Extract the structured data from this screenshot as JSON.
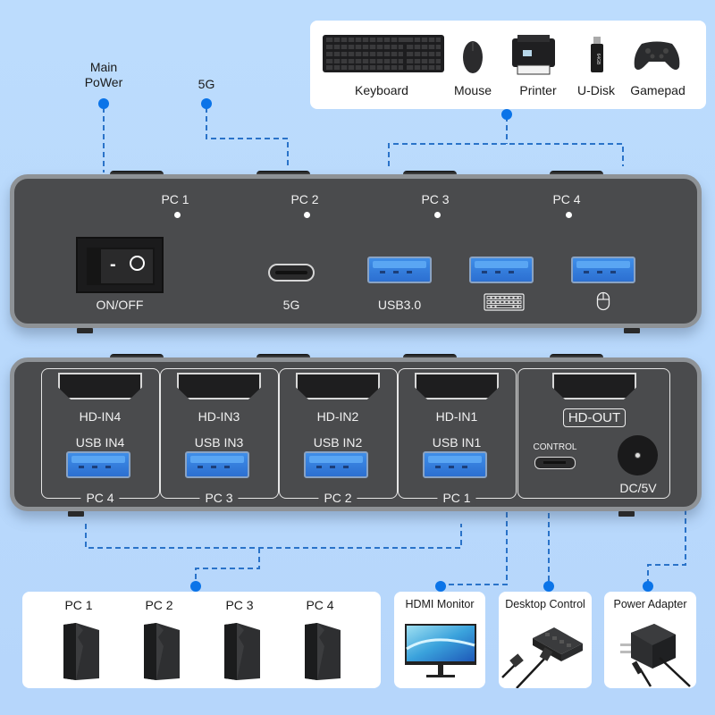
{
  "callouts": {
    "main_power": [
      "Main",
      "PoWer"
    ],
    "five_g": "5G"
  },
  "peripherals": [
    {
      "label": "Keyboard",
      "icon": "keyboard-icon"
    },
    {
      "label": "Mouse",
      "icon": "mouse-icon"
    },
    {
      "label": "Printer",
      "icon": "printer-icon"
    },
    {
      "label": "U-Disk",
      "icon": "usb-drive-icon",
      "capacity": "64GB"
    },
    {
      "label": "Gamepad",
      "icon": "gamepad-icon"
    }
  ],
  "front_panel": {
    "leds": [
      "PC 1",
      "PC 2",
      "PC 3",
      "PC 4"
    ],
    "switch_label": "ON/OFF",
    "switch_symbols": [
      "-",
      "O"
    ],
    "usbc_label": "5G",
    "usb_labels": [
      "USB3.0",
      "keyboard-icon",
      "mouse-icon"
    ]
  },
  "back_panel": {
    "inputs": [
      {
        "hdmi": "HD-IN4",
        "usb": "USB IN4",
        "pc": "PC 4"
      },
      {
        "hdmi": "HD-IN3",
        "usb": "USB IN3",
        "pc": "PC 3"
      },
      {
        "hdmi": "HD-IN2",
        "usb": "USB IN2",
        "pc": "PC 2"
      },
      {
        "hdmi": "HD-IN1",
        "usb": "USB IN1",
        "pc": "PC 1"
      }
    ],
    "hdmi_out": "HD-OUT",
    "control": "CONTROL",
    "dc": "DC/5V"
  },
  "computers": {
    "labels": [
      "PC 1",
      "PC 2",
      "PC 3",
      "PC 4"
    ]
  },
  "outputs": [
    {
      "label": "HDMI Monitor",
      "icon": "monitor-icon"
    },
    {
      "label": "Desktop Control",
      "icon": "desktop-controller-icon"
    },
    {
      "label": "Power Adapter",
      "icon": "power-adapter-icon"
    }
  ],
  "colors": {
    "background": "#bcdcfd",
    "accent_dot": "#0b74e8",
    "dashed_line": "#2a73c9",
    "device_body": "#4a4b4d",
    "usb_blue": "#3f8ee8"
  }
}
